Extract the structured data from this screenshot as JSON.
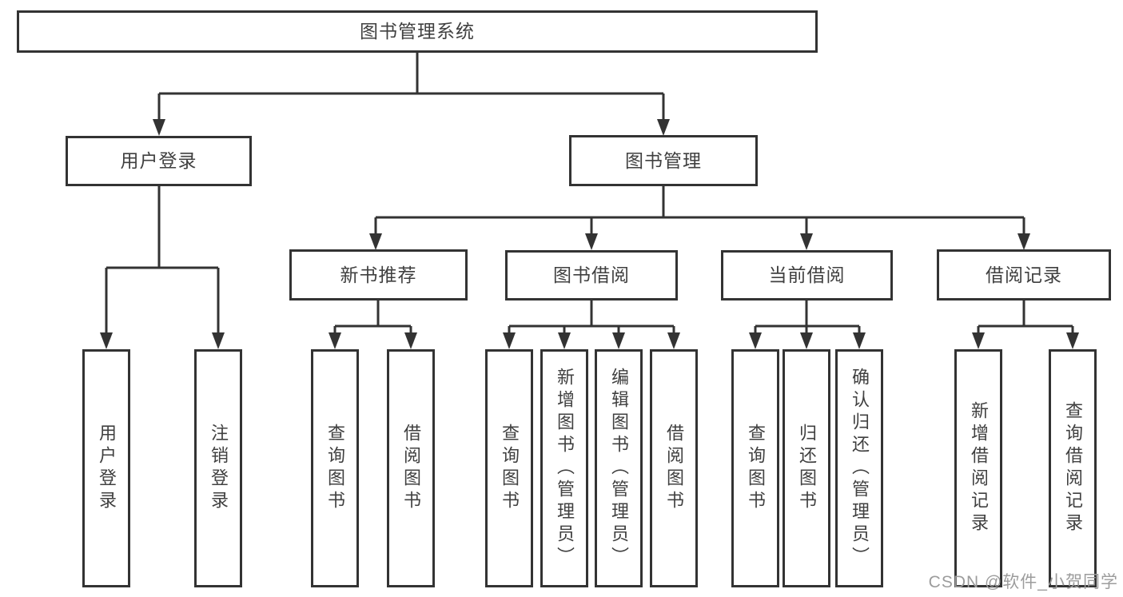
{
  "diagram": {
    "title_node": {
      "label": "图书管理系统"
    },
    "branches": [
      {
        "label": "用户登录",
        "leaves": [
          {
            "label": "用户登录"
          },
          {
            "label": "注销登录"
          }
        ]
      },
      {
        "label": "图书管理",
        "groups": [
          {
            "label": "新书推荐",
            "leaves": [
              {
                "label": "查询图书"
              },
              {
                "label": "借阅图书"
              }
            ]
          },
          {
            "label": "图书借阅",
            "leaves": [
              {
                "label": "查询图书"
              },
              {
                "label": "新增图书（管理员）"
              },
              {
                "label": "编辑图书（管理员）"
              },
              {
                "label": "借阅图书"
              }
            ]
          },
          {
            "label": "当前借阅",
            "leaves": [
              {
                "label": "查询图书"
              },
              {
                "label": "归还图书"
              },
              {
                "label": "确认归还（管理员）"
              }
            ]
          },
          {
            "label": "借阅记录",
            "leaves": [
              {
                "label": "新增借阅记录"
              },
              {
                "label": "查询借阅记录"
              }
            ]
          }
        ]
      }
    ]
  },
  "watermark": {
    "text": "CSDN @软件_小贺同学"
  },
  "colors": {
    "line": "#333333",
    "box_border": "#333333",
    "text": "#404040",
    "watermark": "#9c9c9c",
    "background": "#ffffff"
  }
}
